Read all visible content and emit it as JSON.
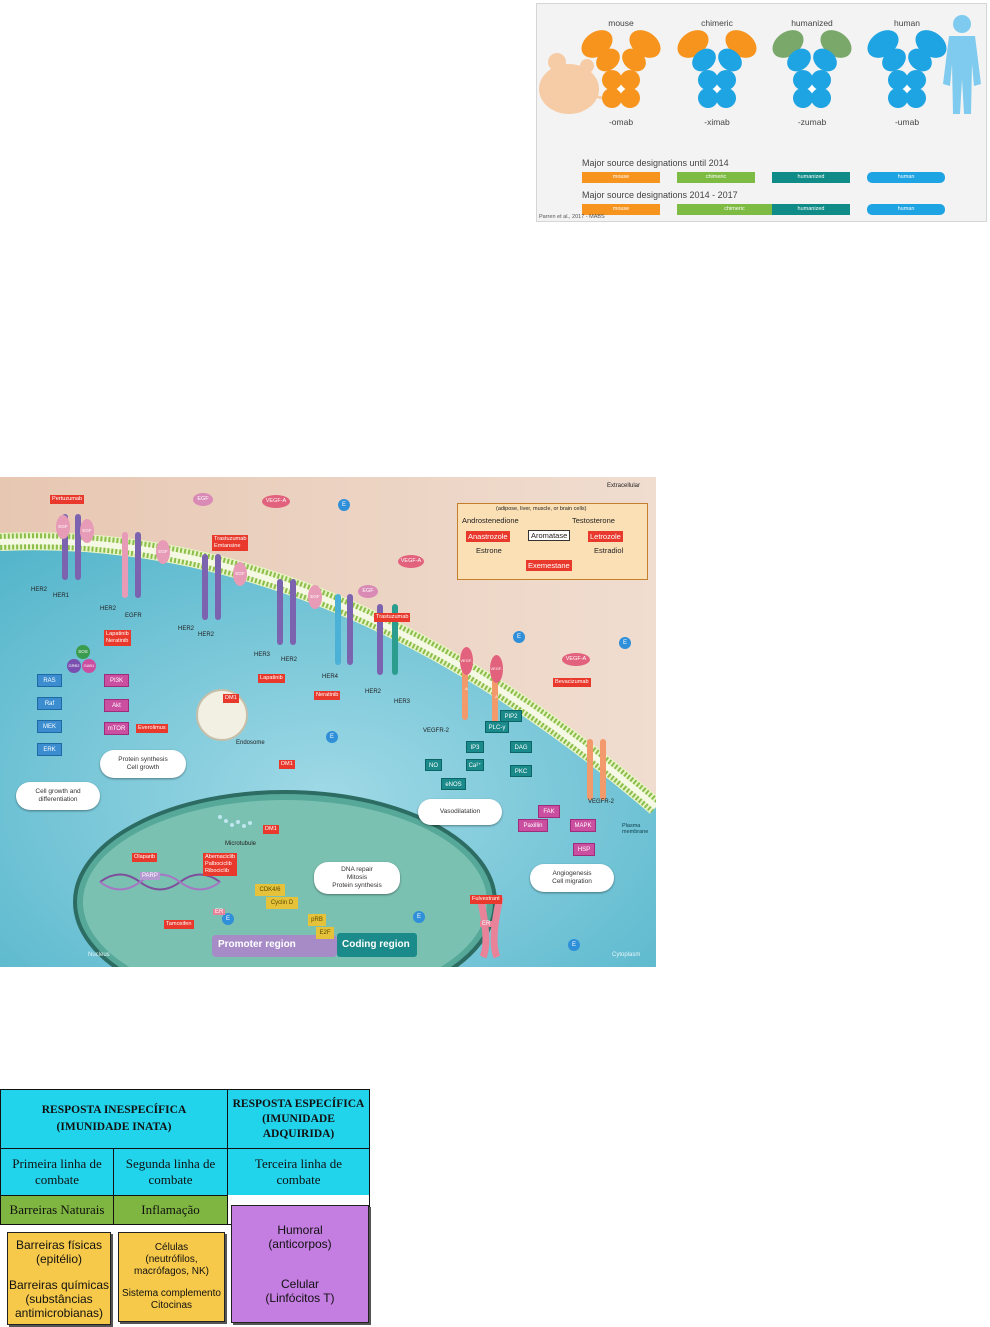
{
  "antibody_figure": {
    "columns": [
      {
        "name": "mouse",
        "suffix": "-omab"
      },
      {
        "name": "chimeric",
        "suffix": "-ximab"
      },
      {
        "name": "humanized",
        "suffix": "-zumab"
      },
      {
        "name": "human",
        "suffix": "-umab"
      }
    ],
    "heading_until_2014": "Major source designations until 2014",
    "heading_2014_2017": "Major source designations 2014 - 2017",
    "bars_until_2014": [
      "mouse",
      "chimeric",
      "humanized",
      "human"
    ],
    "bars_2014_2017": [
      "mouse",
      "chimeric",
      "humanized",
      "human"
    ],
    "citation": "Parren et al., 2017 - MABS",
    "colors": {
      "mouse": "#f7941d",
      "human": "#1ea3e3",
      "chimeric_bar": "#7dbb42",
      "humanized_bar": "#0f8c87"
    }
  },
  "pathway_figure": {
    "region_labels": {
      "extracellular": "Extracellular",
      "cytoplasm": "Cytoplasm",
      "nucleus": "Nucleus",
      "plasma_membrane": "Plasma\nmembrane",
      "endosome": "Endosome",
      "microtubule": "Microtubule"
    },
    "receptors": [
      "HER2",
      "HER1",
      "HER2",
      "EGFR",
      "HER2",
      "HER2",
      "HER3",
      "HER2",
      "HER4",
      "HER2",
      "HER3",
      "VEGFR-2",
      "VEGFR-2"
    ],
    "ligands": [
      "EGF",
      "VEGF-A",
      "EGF",
      "EGF",
      "EGF",
      "VEGF-A",
      "EGF",
      "EGF",
      "EGF",
      "VEGF-A",
      "VEGF-A",
      "VEGF-A"
    ],
    "drugs": {
      "pertuzumab": "Pertuzumab",
      "trastuzumab_emtansine": "Trastuzumab\nEmtansine",
      "trastuzumab": "Trastuzumab",
      "lapatinib_neratinib": "Lapatinib\nNeratinib",
      "lapatinib": "Lapatinib",
      "neratinib": "Neratinib",
      "everolimus": "Everolimus",
      "bevacizumab": "Bevacizumab",
      "olaparib": "Olaparib",
      "cdk_inhibitors": "Abemaciclib\nPalbociclib\nRibociclib",
      "tamoxifen": "Tamoxifen",
      "fulvestrant": "Fulvestrant",
      "dm1": "DM1"
    },
    "signaling": {
      "sos": "SOS",
      "grb2": "GRB2",
      "gab1": "GAB1",
      "ras": "RAS",
      "raf": "Raf",
      "mek": "MEK",
      "erk": "ERK",
      "pi3k": "PI3K",
      "akt": "Akt",
      "mtor": "mTOR",
      "pip2": "PIP2",
      "plc": "PLC-γ",
      "ip3": "IP3",
      "dag": "DAG",
      "ca": "Ca²⁺",
      "pkc": "PKC",
      "no": "NO",
      "enos": "eNOS",
      "fak": "FAK",
      "paxillin": "Paxillin",
      "mapk": "MAPK",
      "hsp": "HSP",
      "parp": "PARP",
      "cdk46": "CDK4/6",
      "cyclin": "Cyclin D",
      "prb": "pRB",
      "e2f": "E2F",
      "er": "ER",
      "e": "E"
    },
    "bubbles": {
      "protein_synthesis": "Protein synthesis\nCell growth",
      "cell_growth": "Cell growth and\ndifferentiation",
      "vasodilatation": "Vasodilatation",
      "angiogenesis": "Angiogenesis\nCell migration",
      "dna_repair": "DNA repair\nMitosis\nProtein synthesis"
    },
    "promoter": "Promoter region",
    "coding": "Coding region",
    "aromatase_box": {
      "subtitle": "(adipose, liver, muscle, or brain cells)",
      "androstenedione": "Androstenedione",
      "testosterone": "Testosterone",
      "anastrozole": "Anastrozole",
      "aromatase": "Aromatase",
      "letrozole": "Letrozole",
      "estrone": "Estrone",
      "estradiol": "Estradiol",
      "exemestane": "Exemestane"
    }
  },
  "immunity_table": {
    "innate_header": "RESPOSTA INESPECÍFICA\n(IMUNIDADE INATA)",
    "adaptive_header": "RESPOSTA ESPECÍFICA\n(IMUNIDADE\nADQUIRIDA)",
    "line1": "Primeira linha de\ncombate",
    "line2": "Segunda linha de\ncombate",
    "line3": "Terceira linha de\ncombate",
    "natural_barriers": "Barreiras Naturais",
    "inflammation": "Inflamação",
    "physical": "Barreiras físicas\n(epitélio)",
    "chemical": "Barreiras químicas\n(substâncias\nantimicrobianas)",
    "cells": "Células\n(neutrófilos,\nmacrófagos, NK)",
    "complement": "Sistema complemento\nCitocinas",
    "humoral": "Humoral\n(anticorpos)",
    "cellular": "Celular\n(Linfócitos T)",
    "colors": {
      "cyan": "#22d3ec",
      "green": "#7fb641",
      "yellow": "#f7c94a",
      "purple": "#c47de0"
    }
  }
}
